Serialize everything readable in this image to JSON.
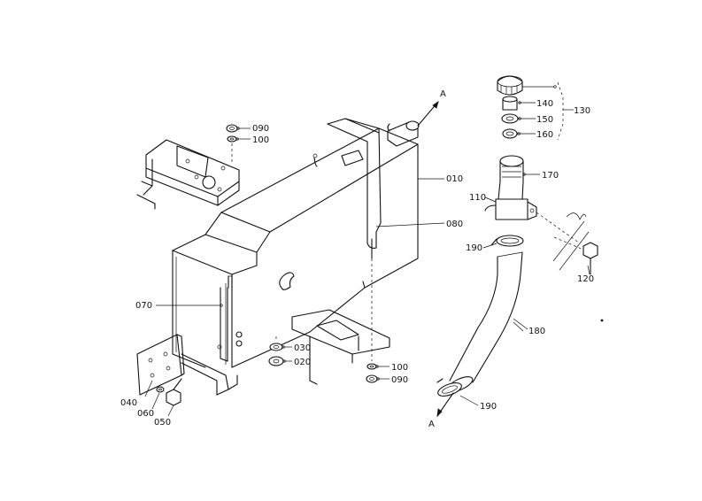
{
  "labels": {
    "p010": "010",
    "p020": "020",
    "p030": "030",
    "p040": "040",
    "p050": "050",
    "p060": "060",
    "p070": "070",
    "p080": "080",
    "p090a": "090",
    "p090b": "090",
    "p100a": "100",
    "p100b": "100",
    "p110": "110",
    "p120": "120",
    "p130": "130",
    "p140": "140",
    "p150": "150",
    "p160": "160",
    "p170": "170",
    "p180": "180",
    "p190a": "190",
    "p190b": "190",
    "ref_a_top": "A",
    "ref_a_bottom": "A"
  }
}
